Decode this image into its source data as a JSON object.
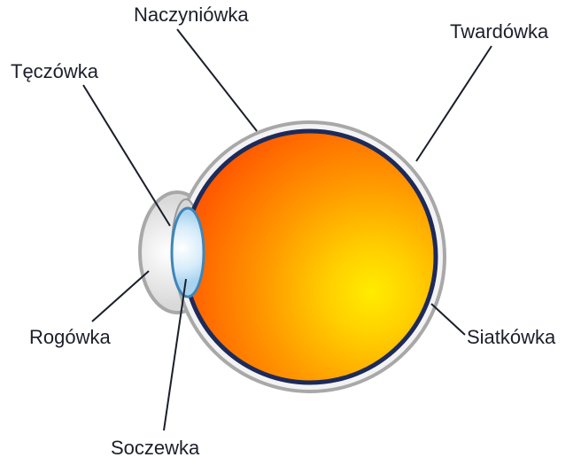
{
  "diagram": {
    "labels": {
      "choroid": "Naczyniówka",
      "sclera": "Twardówka",
      "iris": "Tęczówka",
      "cornea": "Rogówka",
      "retina": "Siatkówka",
      "lens": "Soczewka"
    },
    "colors": {
      "globe_center": "#ffe100",
      "globe_edge": "#ff4a00",
      "retina_line": "#1d2a5a",
      "sclera_fill": "#f2f2f2",
      "sclera_stroke": "#a8a8a8",
      "lens_fill": "#cfe6f6",
      "lens_stroke": "#3f86b8",
      "leader_lines": "#1b1f2a",
      "text": "#1b1f2a"
    }
  }
}
